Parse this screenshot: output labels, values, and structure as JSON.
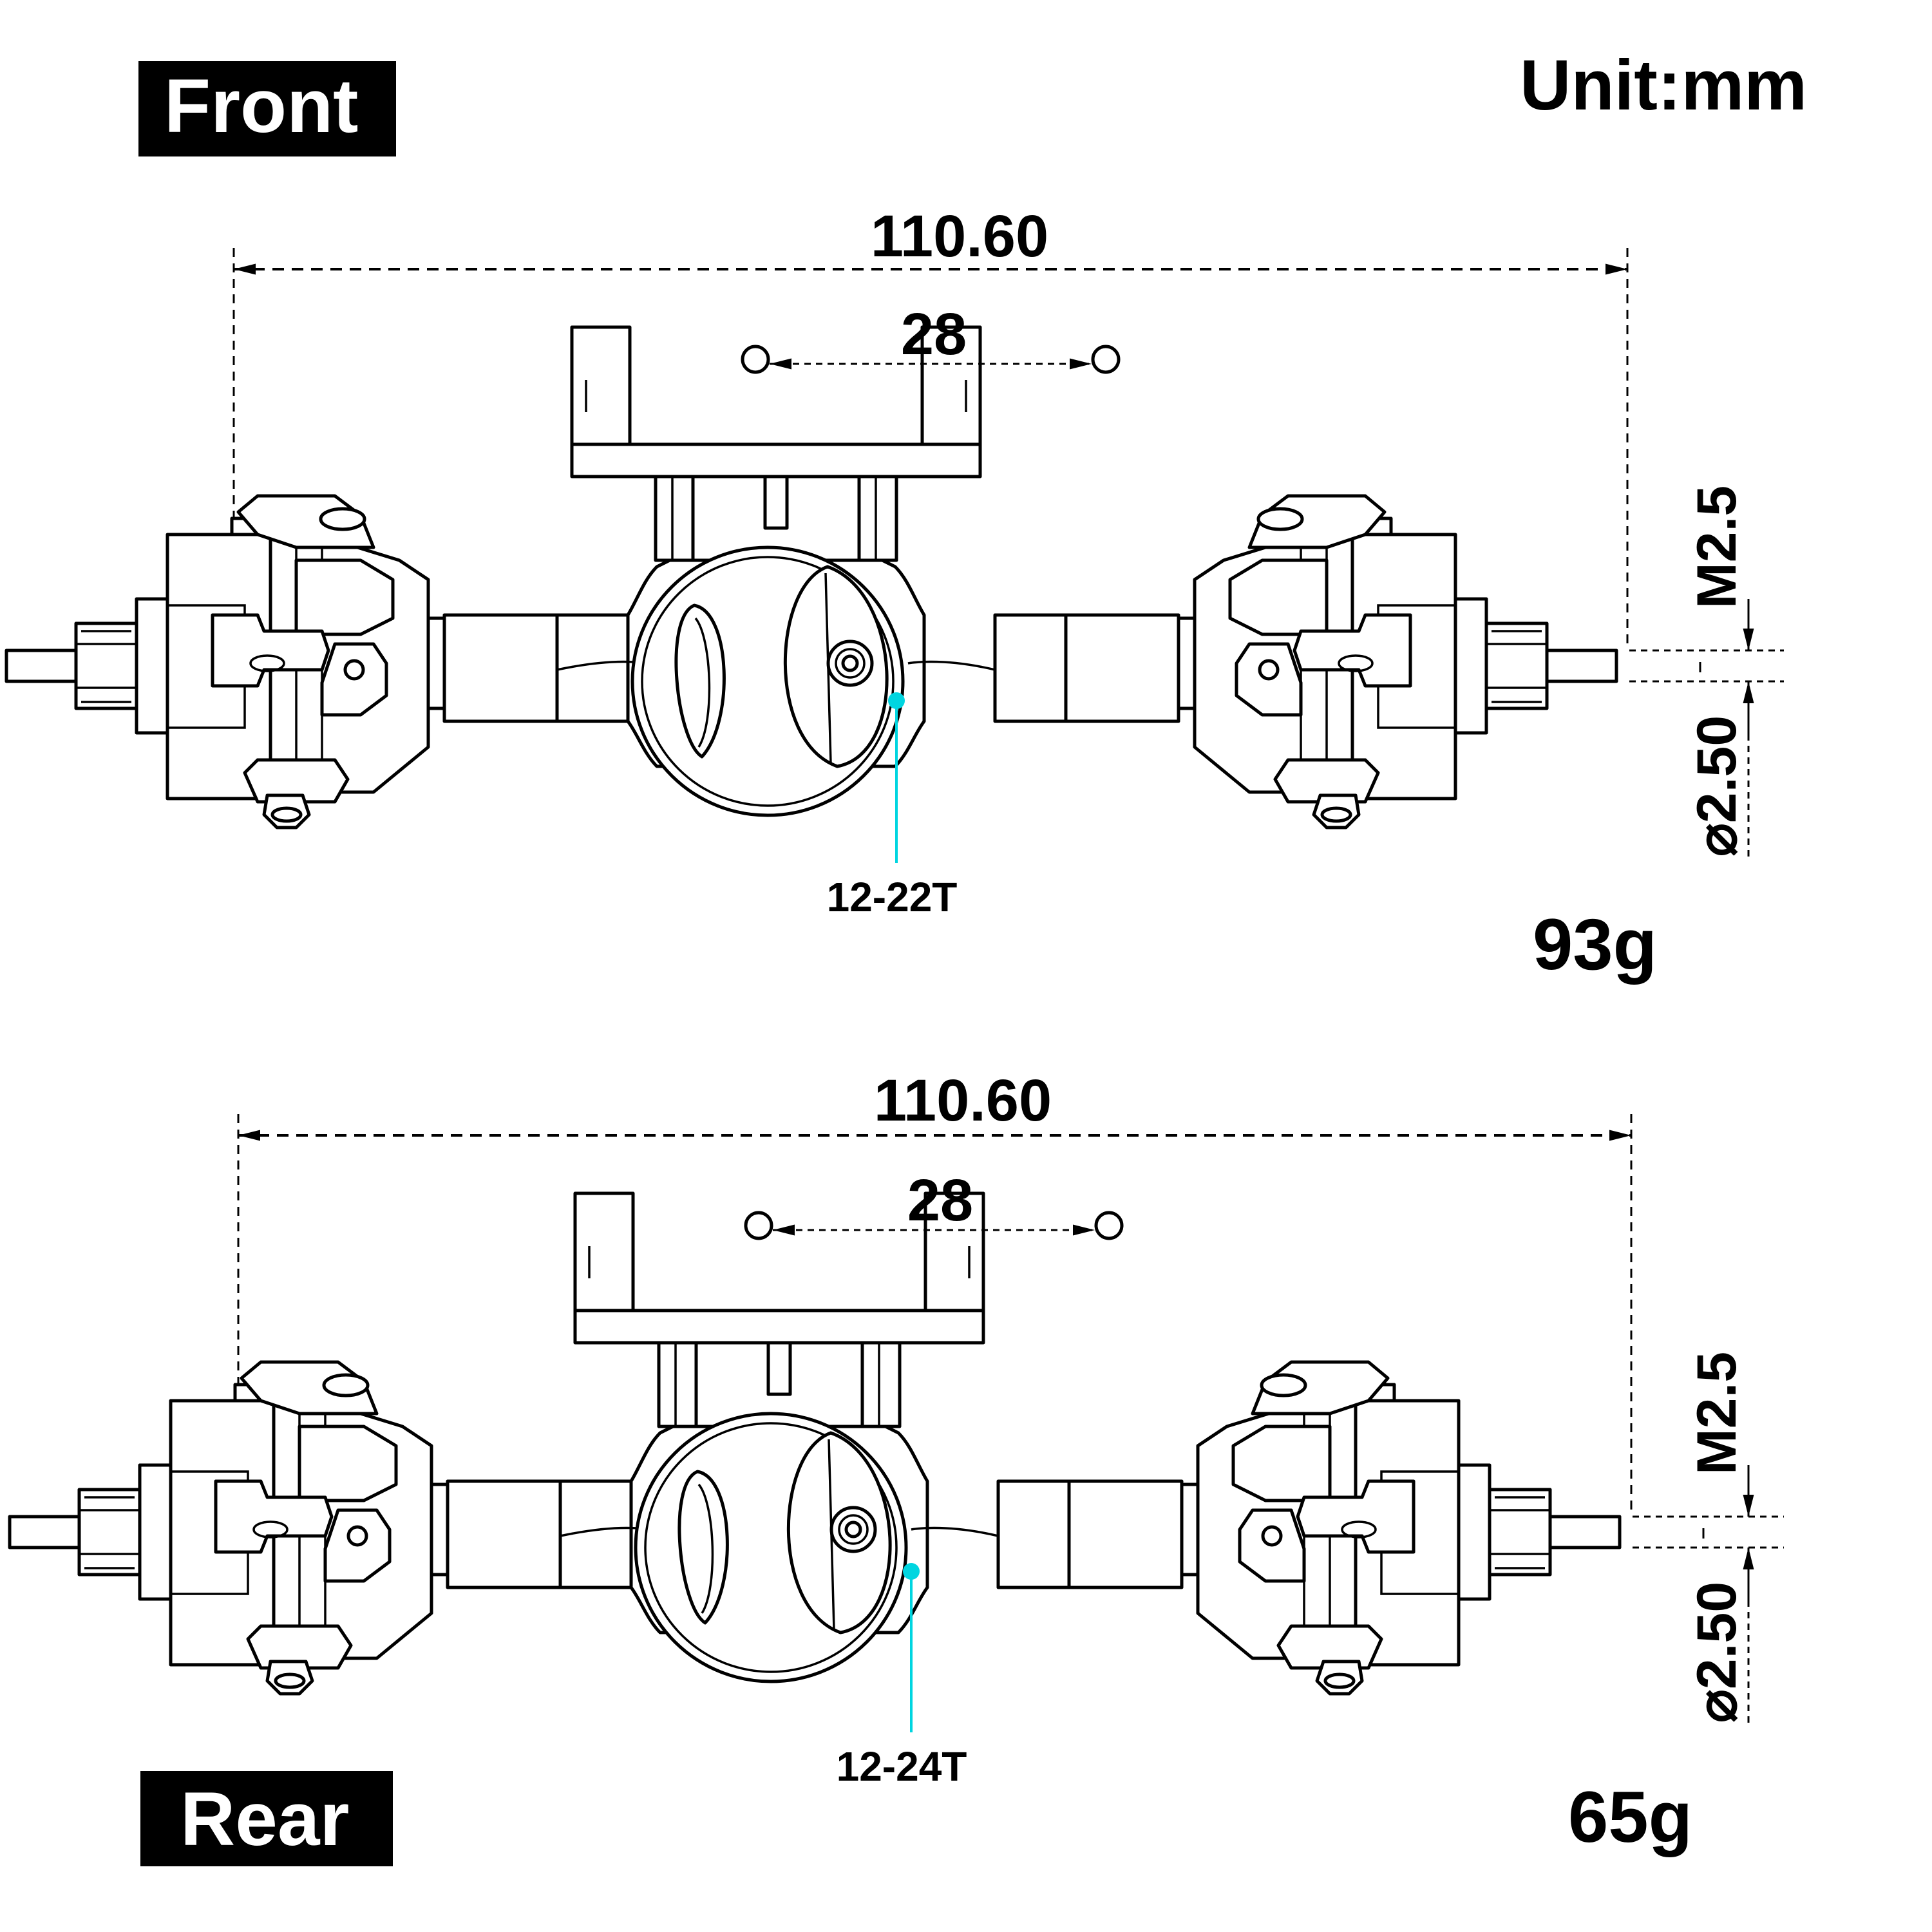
{
  "labels": {
    "front": "Front",
    "rear": "Rear",
    "unit": "Unit:mm"
  },
  "front": {
    "overall_width": "110.60",
    "mount_spacing": "28",
    "thread": "M2.5",
    "shaft_diameter": "⌀2.50",
    "gear_ratio": "12-22T",
    "weight": "93g"
  },
  "rear": {
    "overall_width": "110.60",
    "mount_spacing": "28",
    "thread": "M2.5",
    "shaft_diameter": "⌀2.50",
    "gear_ratio": "12-24T",
    "weight": "65g"
  },
  "colors": {
    "callout": "#00d5e0",
    "line": "#000000",
    "badge": "#000000"
  }
}
